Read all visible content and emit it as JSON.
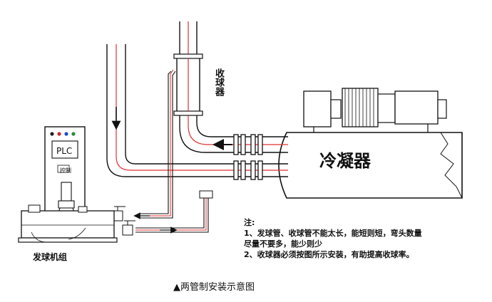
{
  "labels": {
    "condenser": "冷凝器",
    "collector": "收球器",
    "unit": "发球机组",
    "plc": "PLC",
    "panel_tag": "控制"
  },
  "notes": {
    "title": "注:",
    "lines": [
      "1、发球管、收球管不能太长，能短则短，弯头数量",
      "尽量不要多，能少则少",
      "2、收球器必须按图所示安装，有助提高收球率。"
    ]
  },
  "caption": "▲两管制安装示意图",
  "colors": {
    "line": "#1a1a1a",
    "pipe_center": "#e03030",
    "indicator_lights": [
      "#222222",
      "#d02828",
      "#2050c0",
      "#2a8a3a"
    ]
  }
}
